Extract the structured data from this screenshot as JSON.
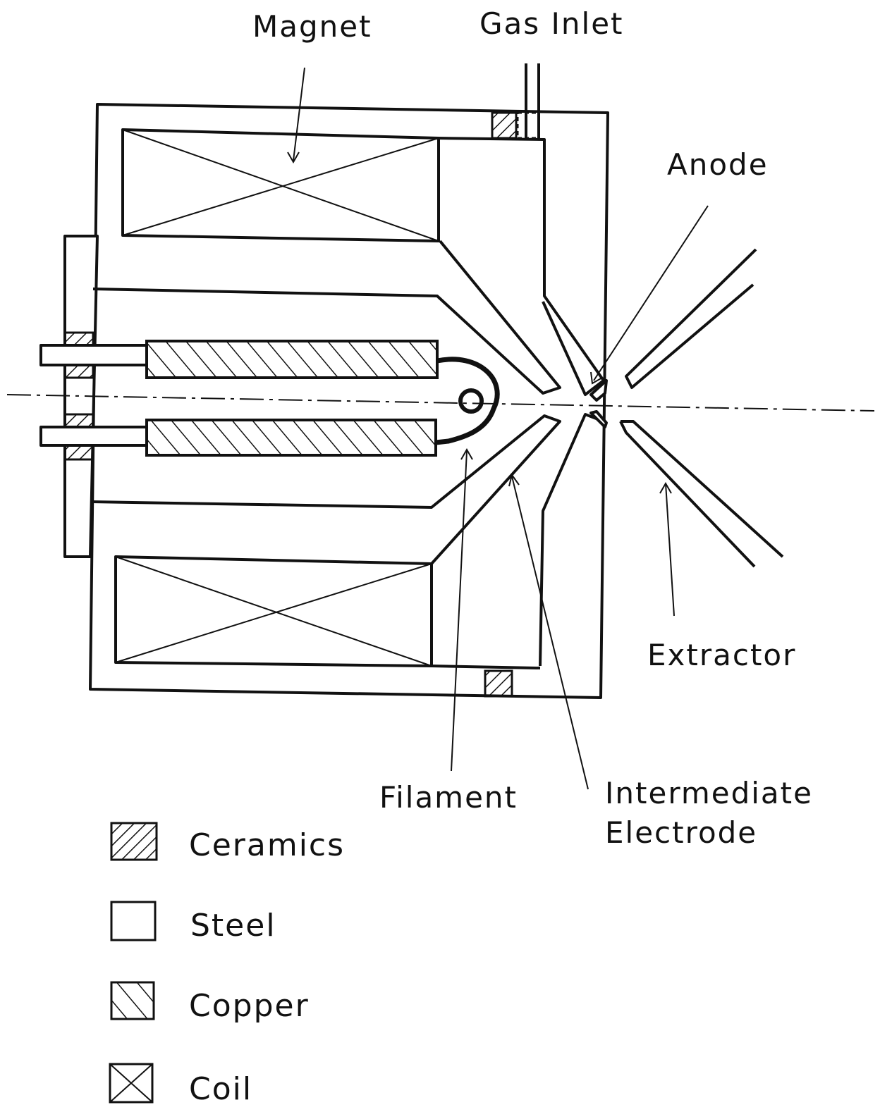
{
  "labels": {
    "magnet": "Magnet",
    "gas_inlet": "Gas Inlet",
    "anode": "Anode",
    "extractor": "Extractor",
    "filament": "Filament",
    "intermediate_line1": "Intermediate",
    "intermediate_line2": "Electrode"
  },
  "legend": {
    "ceramics": "Ceramics",
    "steel": "Steel",
    "copper": "Copper",
    "coil": "Coil"
  }
}
